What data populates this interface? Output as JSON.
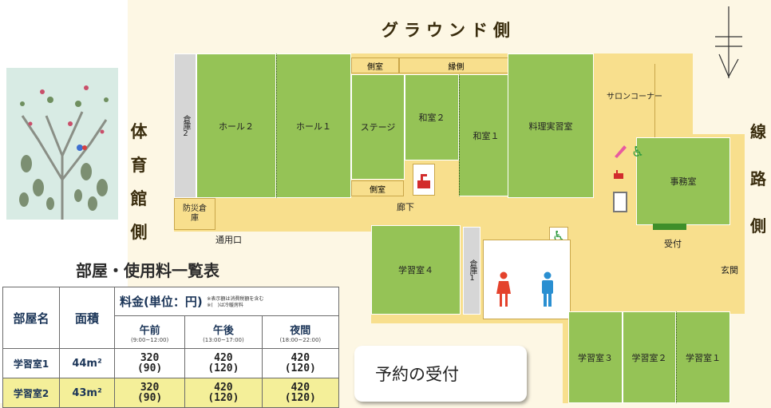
{
  "colors": {
    "room": "#95c356",
    "corridor": "#f8df8d",
    "storage": "#d6d6d6",
    "wc_female": "#e4422c",
    "wc_male": "#2a8fd1",
    "accessible": "#2e9a3e"
  },
  "floor_plan": {
    "ground_side_label": "グラウンド側",
    "gym_side_label": [
      "体",
      "育",
      "館",
      "側"
    ],
    "tracks_side_label": [
      "線",
      "路",
      "側"
    ],
    "rooms": {
      "hall2": "ホール２",
      "hall1": "ホール１",
      "stage": "ステージ",
      "washitsu2": "和室２",
      "washitsu1": "和室１",
      "cooking": "料理実習室",
      "gakushu4": "学習室４",
      "gakushu3": "学習室３",
      "gakushu2": "学習室２",
      "gakushu1": "学習室１",
      "office": "事務室"
    },
    "labels": {
      "storage2": "倉庫2",
      "storage1": "倉庫1",
      "bousai": "防災倉庫",
      "side_room_top": "側室",
      "engawa": "縁側",
      "side_room_bottom": "側室",
      "corridor": "廊下",
      "salon": "サロンコーナー",
      "uketsuke": "受付",
      "entrance": "玄関",
      "side_door": "通用口"
    },
    "icons": [
      "tree-illustration-icon",
      "north-arrow-icon",
      "accessible-toilet-icon",
      "kitchen-sink-icon",
      "restroom-female-icon",
      "restroom-male-icon",
      "pencil-icon",
      "elevator-icon"
    ]
  },
  "fee_table": {
    "title": "部屋・使用料一覧表",
    "head_room": "部屋名",
    "head_area": "面積",
    "head_fee": "料金(単位：円)",
    "head_note1": "※表示額は消費税額を含む",
    "head_note2": "※(　)は冷暖房料",
    "periods": [
      {
        "label": "午前",
        "time": "(9:00~12:00)"
      },
      {
        "label": "午後",
        "time": "(13:00~17:00)"
      },
      {
        "label": "夜間",
        "time": "(18:00~22:00)"
      }
    ],
    "rows": [
      {
        "name": "学習室1",
        "area": "44m²",
        "fees": [
          "320",
          "420",
          "420"
        ],
        "cooling": [
          "(90)",
          "(120)",
          "(120)"
        ]
      },
      {
        "name": "学習室2",
        "area": "43m²",
        "fees": [
          "320",
          "420",
          "420"
        ],
        "cooling": [
          "(90)",
          "(120)",
          "(120)"
        ]
      }
    ]
  },
  "reservation_button": "予約の受付"
}
